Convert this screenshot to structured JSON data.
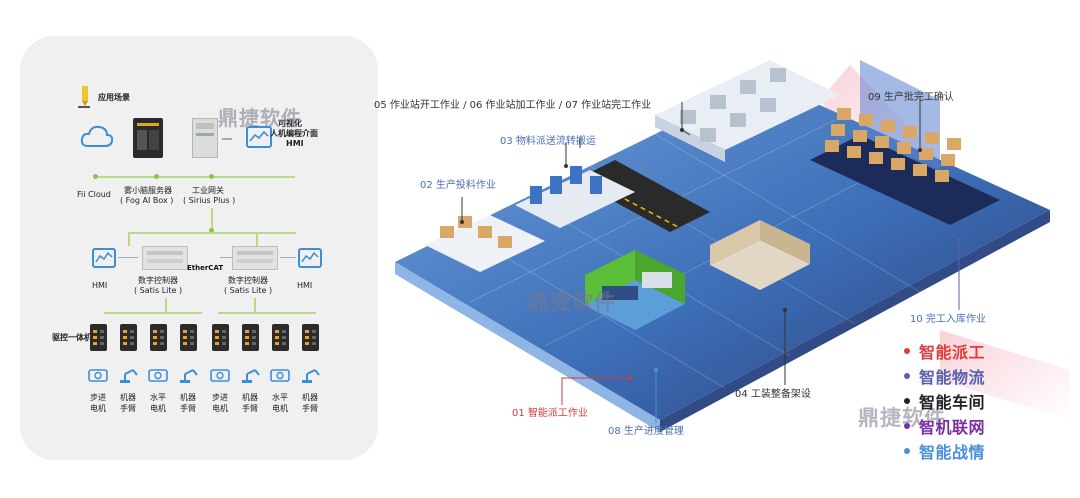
{
  "colors": {
    "accent_green": "#8cc152",
    "floor_blue": "#3d6fb8",
    "floor_dark": "#2d3f73",
    "legend_red": "#e23b3b",
    "legend_indigo": "#5a5fb0",
    "legend_black": "#222222",
    "legend_purple": "#7a2fa0",
    "legend_sky": "#4a90d9"
  },
  "left_panel": {
    "scenario_title": "应用场景",
    "scenario_icon": "pencil-icon",
    "cloud_label": "Fii Cloud",
    "cloud_icon": "cloud-icon",
    "fog_box_name": "雾小脑服务器",
    "fog_box_sub": "( Fog AI Box )",
    "gateway_name": "工业网关",
    "gateway_sub": "( Sirius Plus )",
    "hmi_visual_line1": "可视化",
    "hmi_visual_line2": "人机编程介面",
    "hmi_visual_line3": "HMI",
    "hmi_left": "HMI",
    "hmi_right": "HMI",
    "ethercat": "EtherCAT",
    "ctrl_left_name": "数字控制器",
    "ctrl_left_sub": "( Satis Lite )",
    "ctrl_right_name": "数字控制器",
    "ctrl_right_sub": "( Satis Lite )",
    "drive_label": "驱控一体机",
    "motors": [
      {
        "l1": "步进",
        "l2": "电机"
      },
      {
        "l1": "机器",
        "l2": "手臂"
      },
      {
        "l1": "水平",
        "l2": "电机"
      },
      {
        "l1": "机器",
        "l2": "手臂"
      },
      {
        "l1": "步进",
        "l2": "电机"
      },
      {
        "l1": "机器",
        "l2": "手臂"
      },
      {
        "l1": "水平",
        "l2": "电机"
      },
      {
        "l1": "机器",
        "l2": "手臂"
      }
    ]
  },
  "watermark": "鼎捷软件",
  "callouts": {
    "c05": "05 作业站开工作业 / 06 作业站加工作业 / 07 作业站完工作业",
    "c09": "09 生产批完工确认",
    "c03": "03 物料派送流转搬运",
    "c02": "02 生产投料作业",
    "c10": "10 完工入库作业",
    "c04": "04 工装整备架设",
    "c01": "01 智能派工作业",
    "c08": "08 生产进度管理"
  },
  "legend": [
    {
      "text": "智能派工",
      "color": "#e23b3b"
    },
    {
      "text": "智能物流",
      "color": "#5a5fb0"
    },
    {
      "text": "智能车间",
      "color": "#222222"
    },
    {
      "text": "智机联网",
      "color": "#7a2fa0"
    },
    {
      "text": "智能战情",
      "color": "#4a90d9"
    }
  ]
}
